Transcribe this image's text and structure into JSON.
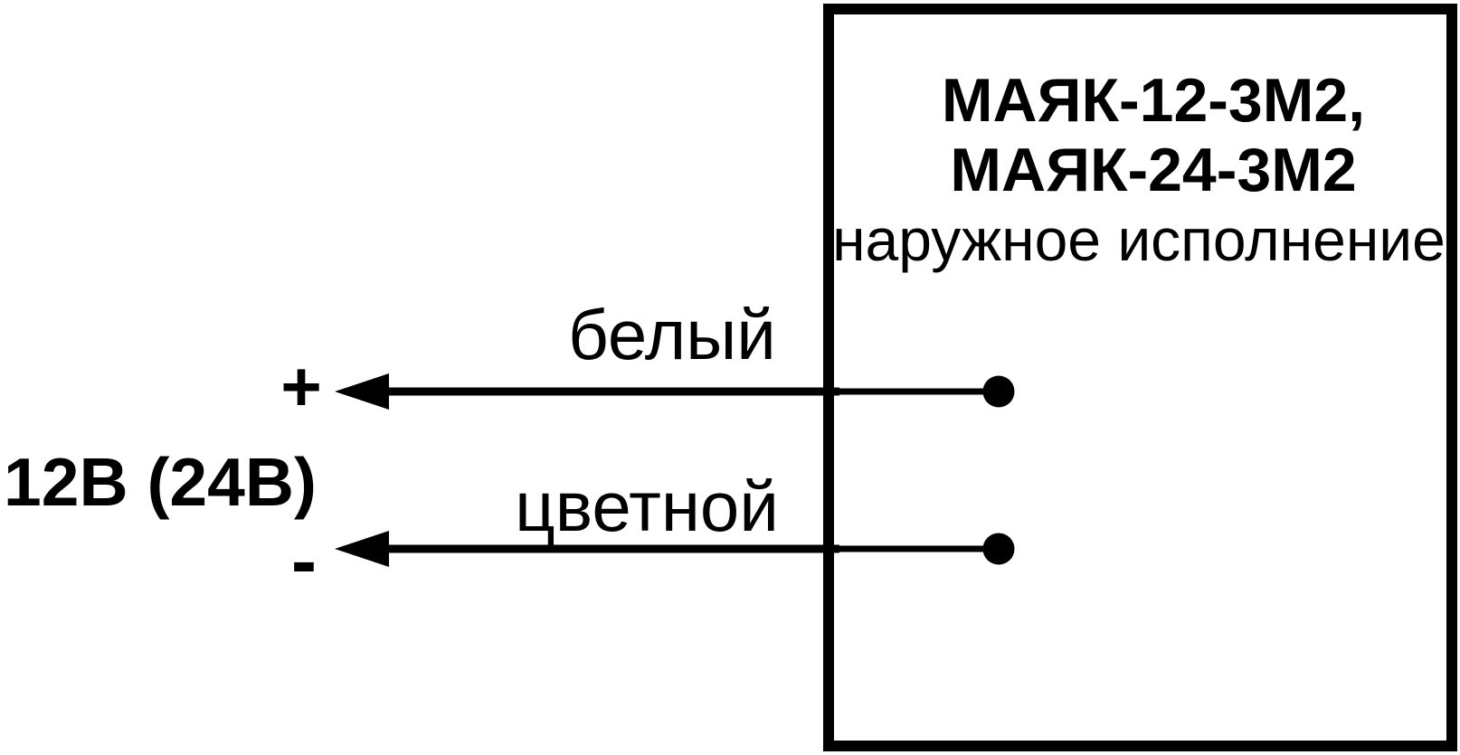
{
  "colors": {
    "ink": "#000000",
    "background": "#ffffff"
  },
  "device": {
    "title_line_1": "МАЯК-12-3М2,",
    "title_line_2": "МАЯК-24-3М2",
    "subtitle": "наружное исполнение"
  },
  "wires": [
    {
      "label": "белый",
      "polarity": "+"
    },
    {
      "label": "цветной",
      "polarity": "-"
    }
  ],
  "power_source": {
    "voltage_label": "12В (24В)",
    "plus_label": "+",
    "minus_label": "-"
  }
}
